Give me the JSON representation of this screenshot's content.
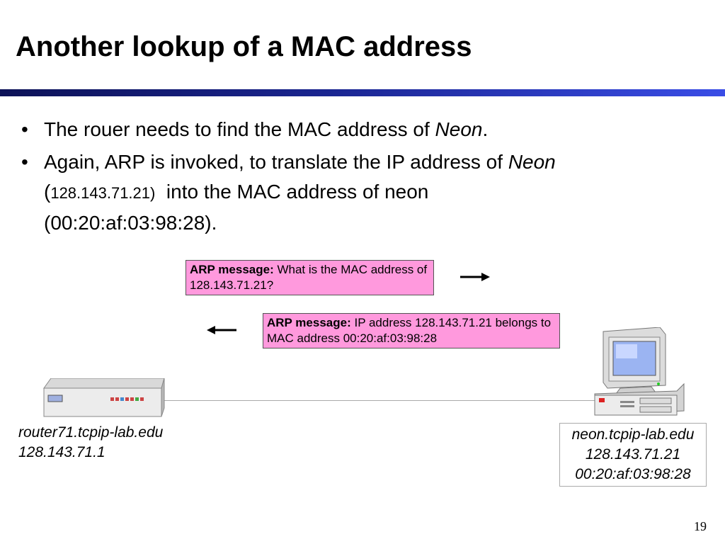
{
  "slide": {
    "title": "Another lookup of a MAC address",
    "page_number": "19"
  },
  "bullets": {
    "b1": {
      "text_before": "The rouer needs to find the MAC address of ",
      "italic": "Neon",
      "text_after": "."
    },
    "b2": {
      "text_before": "Again, ARP is invoked, to translate the IP address of ",
      "italic": "Neon",
      "paren_open": "(",
      "ip_small": "128.143.71.21)",
      "text_mid": "  into the MAC address of neon",
      "mac_line": "(00:20:af:03:98:28)."
    }
  },
  "arp_request": {
    "label": "ARP message:",
    "text": " What is the MAC address of 128.143.71.21?"
  },
  "arp_reply": {
    "label": "ARP message:",
    "text": " IP address 128.143.71.21 belongs to MAC address 00:20:af:03:98:28"
  },
  "router": {
    "name": "router71.tcpip-lab.edu",
    "ip": "128.143.71.1"
  },
  "neon": {
    "name": "neon.tcpip-lab.edu",
    "ip": "128.143.71.21",
    "mac": "00:20:af:03:98:28"
  },
  "colors": {
    "message_box": "#ff99dd",
    "title_bar_dark": "#0d1257",
    "title_bar_light": "#3a4de6"
  },
  "icons": {
    "router": "router-icon",
    "computer": "computer-icon",
    "arrow_right": "arrow-right-icon",
    "arrow_left": "arrow-left-icon"
  }
}
